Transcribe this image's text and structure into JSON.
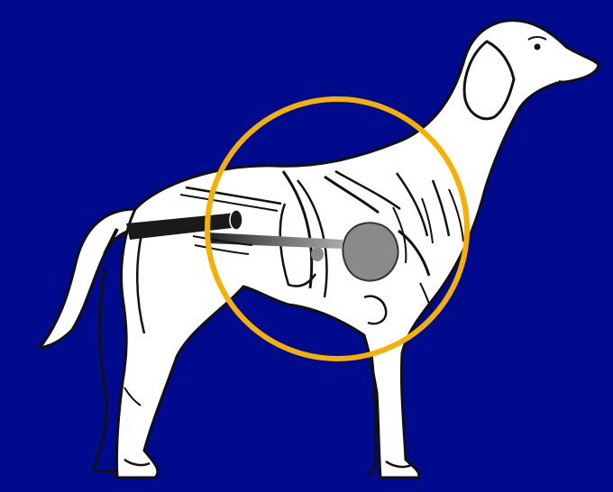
{
  "slide": {
    "background_color": "#000a8c",
    "highlight_color": "#f6b000",
    "organ_color": "#8a8a8a",
    "line_color": "#111111",
    "body_fill_color": "#ffffff"
  },
  "illustration": {
    "subject": "dog-anatomy",
    "highlight_shape": "circle",
    "highlighted_region": "thorax"
  }
}
